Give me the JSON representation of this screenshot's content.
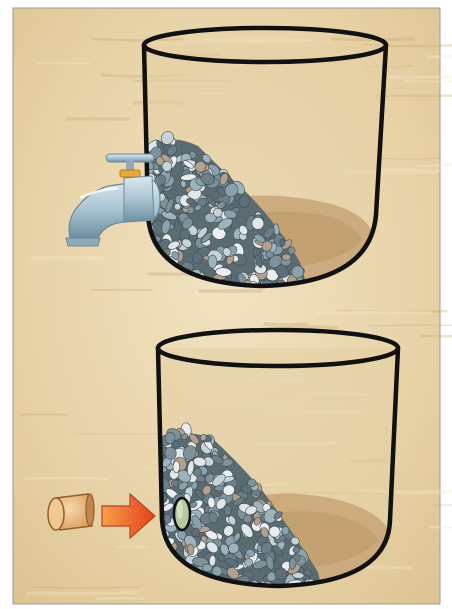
{
  "diagram": {
    "panels": [
      {
        "id": "top",
        "container": "bucket",
        "fill": "pebbles",
        "attachment": "water-faucet-icon"
      },
      {
        "id": "bottom",
        "container": "bucket",
        "fill": "pebbles",
        "attachment": "drain-hole",
        "insert_item": "cork-stopper-icon",
        "indicator": "arrow-right-icon"
      }
    ]
  },
  "colors": {
    "background_sand": "#ead6ad",
    "bucket_outline": "#111111",
    "bucket_floor": "#c9a679",
    "pebble_dark": "#4e5e66",
    "pebble_light": "#c6d4da",
    "faucet": "#a9c4d2",
    "faucet_handle": "#e8a93a",
    "arrow": "#ef5b24",
    "cork": "#e6b884",
    "drain_hole": "#b7c89c"
  }
}
